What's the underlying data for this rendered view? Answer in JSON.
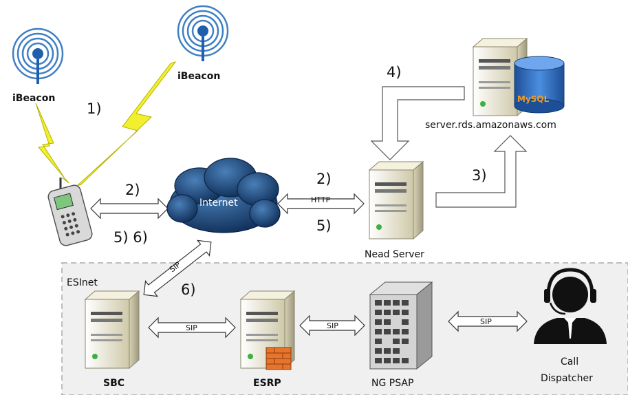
{
  "beacons": [
    {
      "label": "iBeacon"
    },
    {
      "label": "iBeacon"
    }
  ],
  "steps": {
    "s1": "1)",
    "s2_phone": "2)",
    "s56_phone": "5) 6)",
    "s2_server": "2)",
    "s5_server": "5)",
    "s3": "3)",
    "s4": "4)",
    "s6": "6)"
  },
  "cloud": {
    "label": "Internet"
  },
  "links": {
    "http": "HTTP",
    "sip_internet": "SIP",
    "sip_sbc_esrp": "SIP",
    "sip_esrp_psap": "SIP",
    "sip_psap_dispatcher": "SIP"
  },
  "nodes": {
    "nead_server": "Nead Server",
    "db_host": "server.rds.amazonaws.com",
    "db_logo": "MySQL",
    "sbc": "SBC",
    "esrp": "ESRP",
    "ng_psap": "NG PSAP",
    "dispatcher_line1": "Call",
    "dispatcher_line2": "Dispatcher"
  },
  "esinet": {
    "label": "ESInet"
  },
  "colors": {
    "beacon": "#2f6fb5",
    "lightning": "#f2ef2e",
    "cloud": "#1f4f86",
    "server": "#e7e2c8",
    "db": "#2a6bc4",
    "esinet_bg": "#f0f0f0"
  }
}
